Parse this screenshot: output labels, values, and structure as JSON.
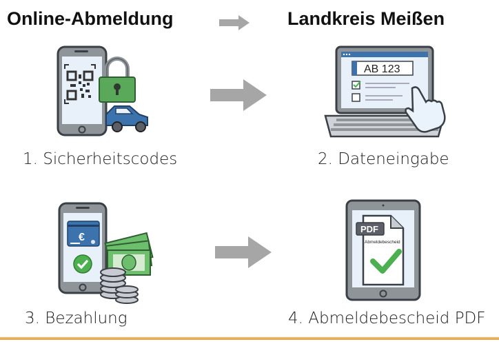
{
  "header": {
    "left_title": "Online-Abmeldung",
    "right_title": "Landkreis Meißen"
  },
  "steps": [
    {
      "label": "1. Sicherheitscodes",
      "icon": "phone-qr-lock-car-icon"
    },
    {
      "label": "2. Dateneingabe",
      "icon": "laptop-form-hand-icon",
      "plate_text": "AB 123"
    },
    {
      "label": "3. Bezahlung",
      "icon": "phone-card-money-icon",
      "currency_symbol": "€"
    },
    {
      "label": "4. Abmeldebescheid PDF",
      "icon": "tablet-pdf-check-icon",
      "pdf_badge": "PDF",
      "doc_title": "Abmeldebescheid"
    }
  ],
  "colors": {
    "arrow": "#a6a6a6",
    "accent_blue": "#3d73ad",
    "accent_green": "#4caf50",
    "outline": "#3a3f45",
    "screen": "#e8f1fa",
    "bottom_rule": "#e89a3a"
  }
}
